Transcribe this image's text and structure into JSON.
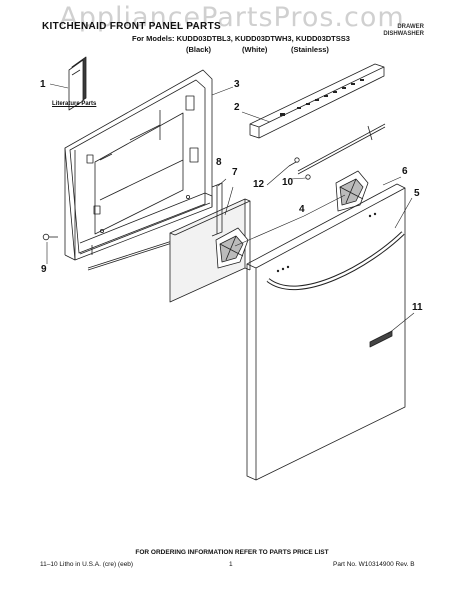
{
  "watermark": "AppliancePartsPros.com",
  "header": {
    "title": "KITCHENAID FRONT PANEL PARTS",
    "models": "For Models: KUDD03DTBL3, KUDD03DTWH3, KUDD03DTSS3",
    "colors": [
      "(Black)",
      "(White)",
      "(Stainless)"
    ],
    "category": [
      "DRAWER",
      "DISHWASHER"
    ]
  },
  "callouts": [
    "1",
    "2",
    "3",
    "4",
    "5",
    "6",
    "7",
    "8",
    "9",
    "10",
    "11",
    "12"
  ],
  "labels": {
    "literature_parts": "Literature Parts"
  },
  "footer": {
    "ordering": "FOR ORDERING INFORMATION REFER TO PARTS PRICE LIST",
    "litho": "11–10 Litho in U.S.A. (cre) (eeb)",
    "page": "1",
    "part_no": "Part No. W10314900 Rev. B"
  }
}
